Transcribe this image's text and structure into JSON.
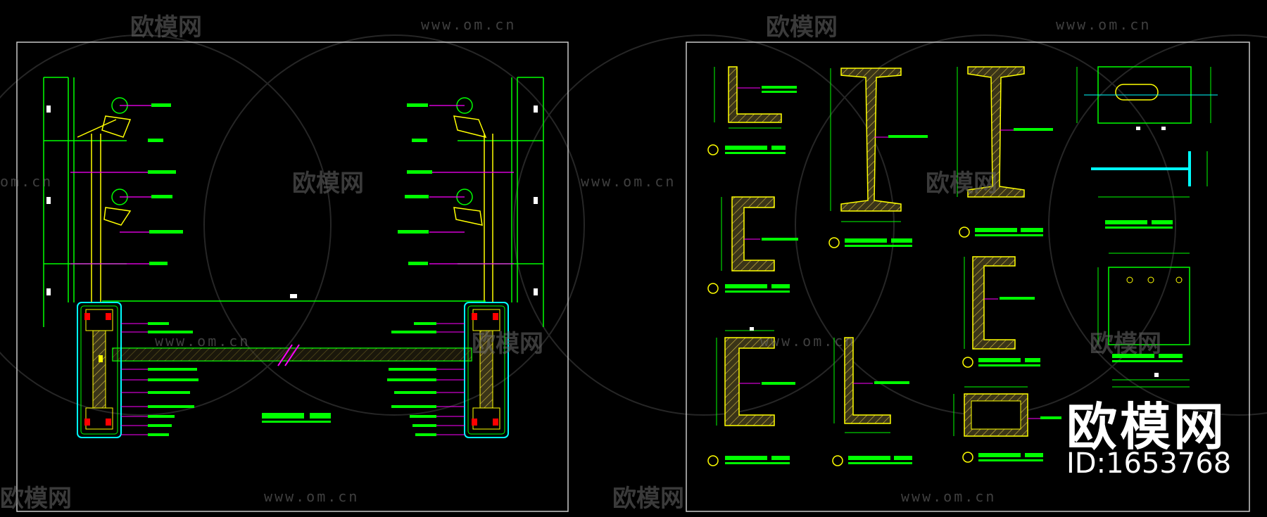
{
  "watermark": {
    "logo_text": "欧模网",
    "url_text": "www.om.cn",
    "url_partial": "om.cn",
    "id_text": "ID:1653768"
  },
  "colors": {
    "background": "#000000",
    "frame": "#c8c8c8",
    "green": "#00ff00",
    "yellow": "#ffff00",
    "magenta": "#ff00ff",
    "cyan": "#00ffff",
    "red": "#ff0000",
    "white": "#ffffff",
    "hatch": "#8a7a3a"
  },
  "drawings": {
    "left_sheet": "section-detail",
    "right_sheet": "steel-profile-sections"
  }
}
